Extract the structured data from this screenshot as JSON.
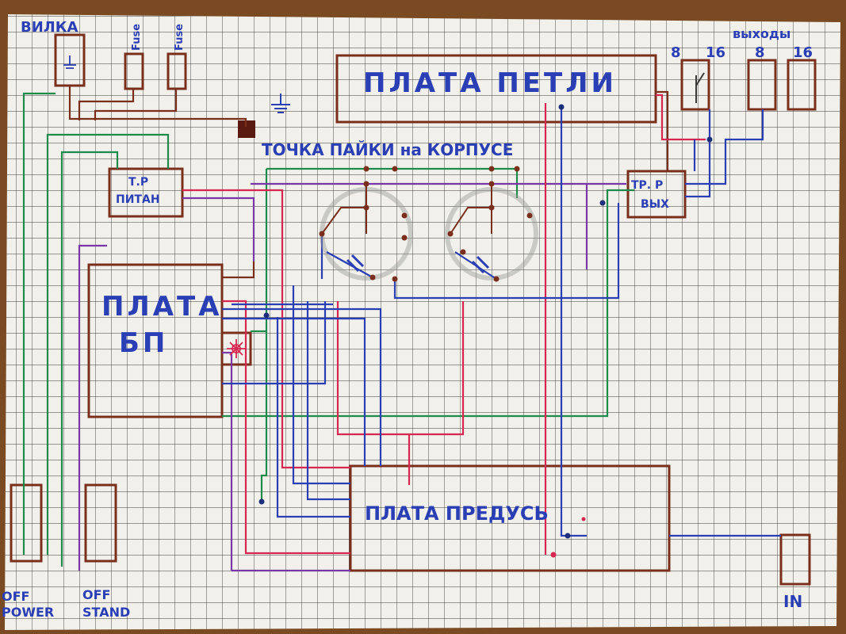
{
  "labels": {
    "plug": "ВИЛКА",
    "fuse1": "Fuse",
    "fuse2": "Fuse",
    "outputs": "выходы",
    "out8a": "8",
    "out16a": "16",
    "out8b": "8",
    "out16b": "16",
    "loop_board": "ПЛАТА ПЕТЛИ",
    "solder_point": "ТОЧКА ПАЙКИ на КОРПУСЕ",
    "power_tr_line1": "Т.Р",
    "power_tr_line2": "ПИТАН",
    "out_tr_line1": "ТР. Р",
    "out_tr_line2": "ВЫХ",
    "psu_board_line1": "ПЛАТА",
    "psu_board_line2": "БП",
    "preamp_board": "ПЛАТА ПРЕДУСЬ",
    "power_switch_line1": "OFF",
    "power_switch_line2": "POWER",
    "standby_switch_line1": "OFF",
    "standby_switch_line2": "STAND",
    "input": "IN"
  },
  "colors": {
    "paper": "#f1f0ea",
    "grid": "#3a3a3a",
    "brown": "#7a2f1c",
    "blue": "#2b3fb5",
    "navy": "#1d2e7a",
    "red": "#d62750",
    "green": "#1f8a4c",
    "purple": "#7a37a8",
    "table": "#7a4a22"
  }
}
